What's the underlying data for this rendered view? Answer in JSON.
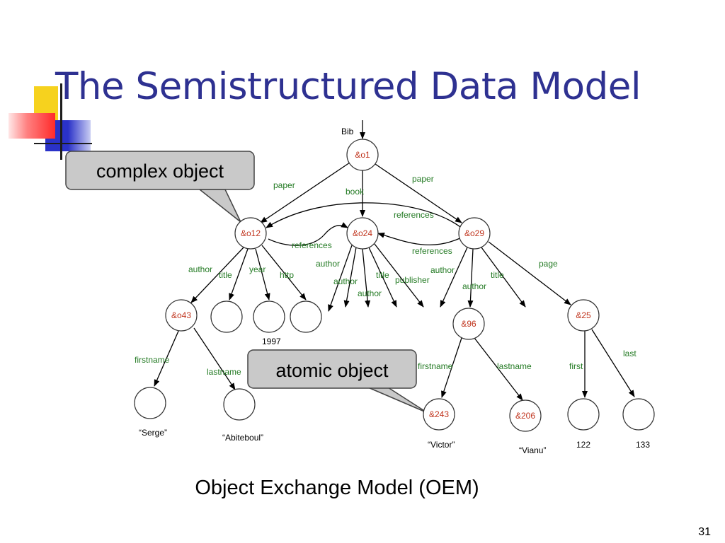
{
  "slide": {
    "title": "The Semistructured Data Model",
    "caption": "Object Exchange Model (OEM)",
    "page_number": "31"
  },
  "callouts": {
    "complex": "complex object",
    "atomic": "atomic object"
  },
  "diagram": {
    "root_label": "Bib",
    "nodes": {
      "o1": "&o1",
      "o12": "&o12",
      "o24": "&o24",
      "o29": "&o29",
      "o43": "&o43",
      "n96": "&96",
      "n25": "&25",
      "n243": "&243",
      "n206": "&206"
    },
    "edge_labels": {
      "paper_left": "paper",
      "book": "book",
      "paper_right": "paper",
      "references_top": "references",
      "references_o12": "references",
      "references_o29": "references",
      "o12_author": "author",
      "o12_title": "title",
      "o12_year": "year",
      "o12_http": "http",
      "o24_author1": "author",
      "o24_author2": "author",
      "o24_author3": "author",
      "o24_title": "title",
      "o24_publisher": "publisher",
      "o29_author1": "author",
      "o29_author2": "author",
      "o29_title": "title",
      "o29_page": "page",
      "o43_firstname": "firstname",
      "o43_lastname": "lastname",
      "n96_firstname": "firstname",
      "n96_lastname": "lastname",
      "n25_first": "first",
      "n25_last": "last"
    },
    "values": {
      "year": "1997",
      "serge": "“Serge”",
      "abiteboul": "“Abiteboul”",
      "victor": "“Victor”",
      "vianu": "“Vianu”",
      "first_page": "122",
      "last_page": "133"
    }
  }
}
